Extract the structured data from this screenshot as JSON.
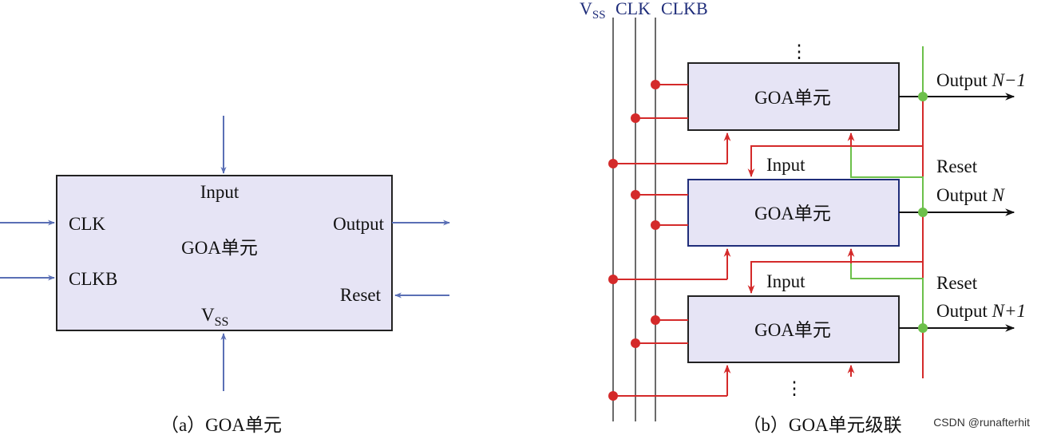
{
  "diagram_a": {
    "block_title": "GOA单元",
    "ports": {
      "input": "Input",
      "clk": "CLK",
      "clkb": "CLKB",
      "output": "Output",
      "reset": "Reset",
      "vss_main": "V",
      "vss_sub": "SS"
    },
    "caption": "（a）GOA单元"
  },
  "diagram_b": {
    "bus_labels": {
      "vss_main": "V",
      "vss_sub": "SS",
      "clk": "CLK",
      "clkb": "CLKB"
    },
    "units": [
      {
        "title": "GOA单元",
        "output_prefix": "Output ",
        "output_index": "N−1"
      },
      {
        "title": "GOA单元",
        "output_prefix": "Output ",
        "output_index": "N"
      },
      {
        "title": "GOA单元",
        "output_prefix": "Output ",
        "output_index": "N+1"
      }
    ],
    "input_labels": [
      "Input",
      "Input"
    ],
    "reset_labels": [
      "Reset",
      "Reset"
    ],
    "ellipsis": "⋮",
    "caption": "（b）GOA单元级联"
  },
  "watermark": "CSDN @runafterhit",
  "colors": {
    "block_fill": "#e6e4f5",
    "blue_arrow": "#5a6fb5",
    "red_wire": "#d42a2a",
    "green_wire": "#6cc04a",
    "bus_gray": "#6b6b6b"
  }
}
